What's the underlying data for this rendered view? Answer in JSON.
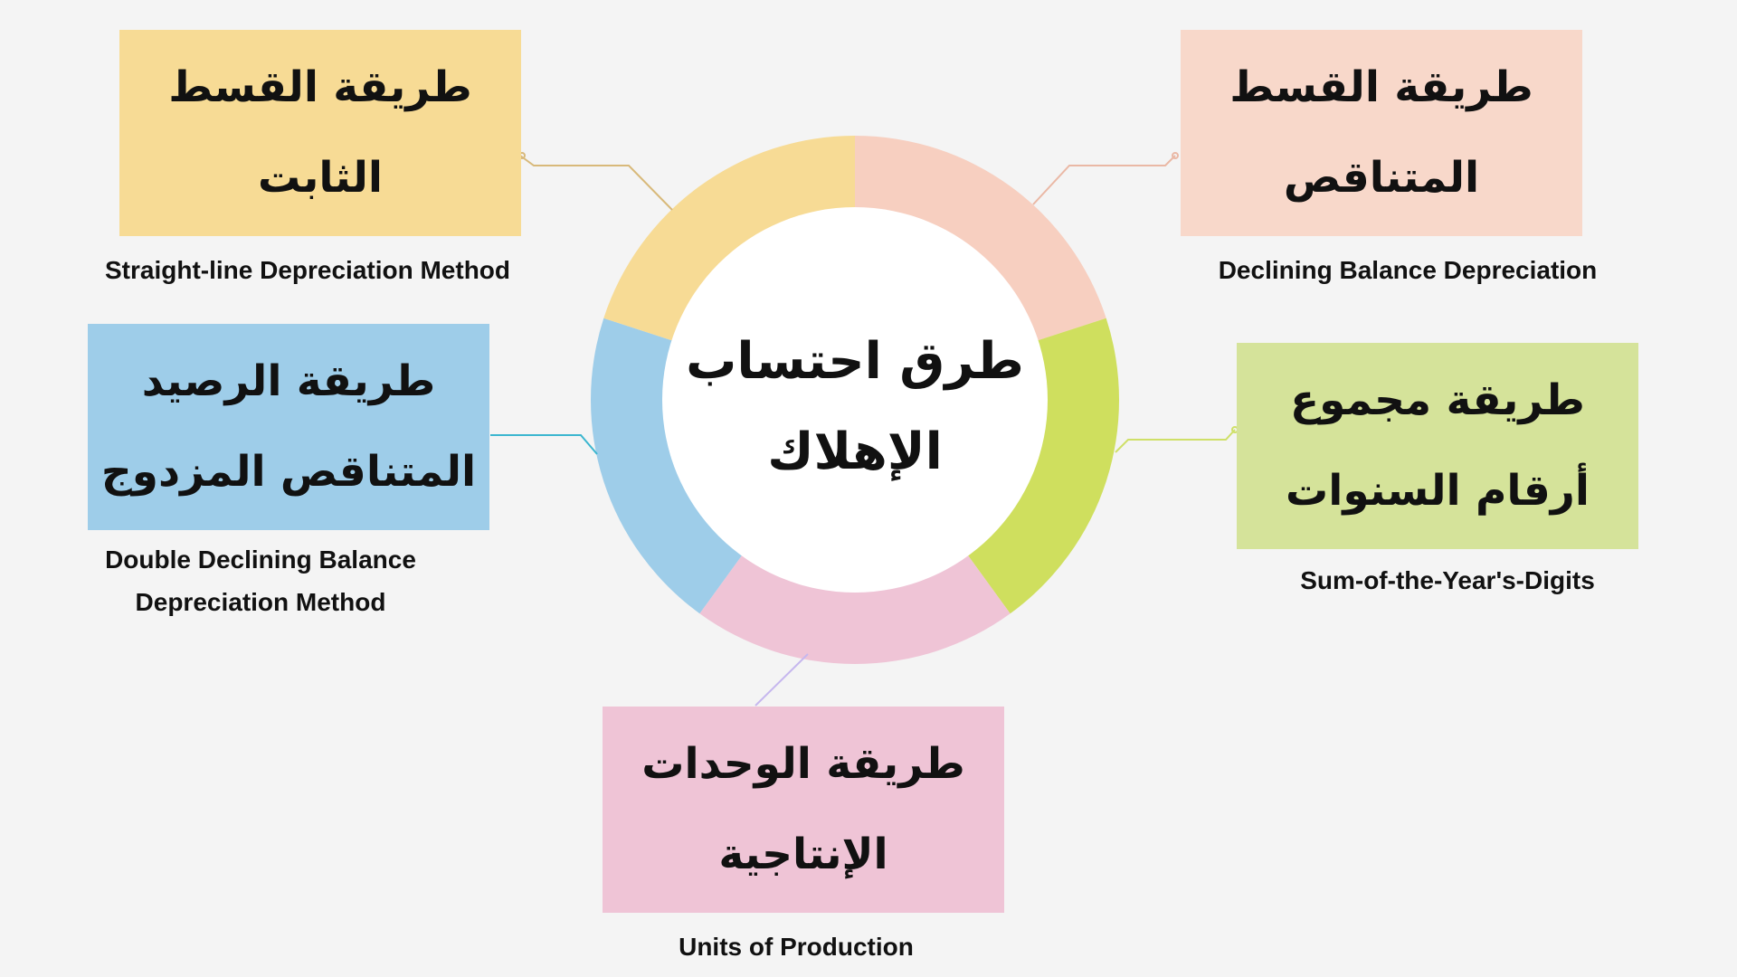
{
  "center": {
    "title": "طرق احتساب\nالإهلاك"
  },
  "methods": [
    {
      "id": "straight-line",
      "arabic": "طريقة القسط\nالثابت",
      "english": "Straight-line Depreciation Method",
      "color": "#f7db95",
      "connector_color": "#d8b97a"
    },
    {
      "id": "declining-balance",
      "arabic": "طريقة القسط\nالمتناقص",
      "english": "Declining Balance Depreciation",
      "color": "#f8d8ca",
      "connector_color": "#eab8a5"
    },
    {
      "id": "double-declining",
      "arabic": "طريقة الرصيد\nالمتناقص المزدوج",
      "english": "Double Declining Balance\nDepreciation Method",
      "color": "#9ecde9",
      "connector_color": "#3bb6cf"
    },
    {
      "id": "sum-of-years",
      "arabic": "طريقة مجموع\nأرقام السنوات",
      "english": "Sum-of-the-Year's-Digits",
      "color": "#d5e39a",
      "connector_color": "#cfe068"
    },
    {
      "id": "units-of-production",
      "arabic": "طريقة الوحدات\nالإنتاجية",
      "english": "Units of Production",
      "color": "#efc4d6",
      "connector_color": "#c6b7ee"
    }
  ],
  "ring_segments": [
    {
      "method": "declining-balance",
      "color": "#f7cfc0"
    },
    {
      "method": "sum-of-years",
      "color": "#cfdf5e"
    },
    {
      "method": "units-of-production",
      "color": "#efc4d6"
    },
    {
      "method": "double-declining",
      "color": "#9ecde9"
    },
    {
      "method": "straight-line",
      "color": "#f7db95"
    }
  ]
}
